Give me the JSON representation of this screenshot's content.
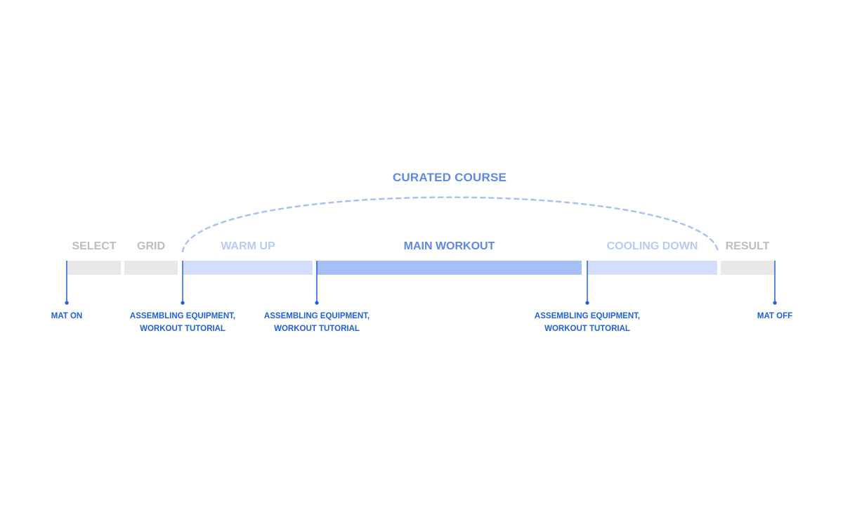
{
  "course": {
    "label": "CURATED COURSE"
  },
  "stages": [
    {
      "label": "SELECT",
      "group": "outside"
    },
    {
      "label": "GRID",
      "group": "outside"
    },
    {
      "label": "WARM UP",
      "group": "course"
    },
    {
      "label": "MAIN WORKOUT",
      "group": "course-main"
    },
    {
      "label": "COOLING DOWN",
      "group": "course"
    },
    {
      "label": "RESULT",
      "group": "outside"
    }
  ],
  "markers": [
    {
      "line1": "MAT ON",
      "line2": ""
    },
    {
      "line1": "ASSEMBLING EQUIPMENT,",
      "line2": "WORKOUT TUTORIAL"
    },
    {
      "line1": "ASSEMBLING EQUIPMENT,",
      "line2": "WORKOUT TUTORIAL"
    },
    {
      "line1": "ASSEMBLING EQUIPMENT,",
      "line2": "WORKOUT TUTORIAL"
    },
    {
      "line1": "MAT OFF",
      "line2": ""
    }
  ],
  "colors": {
    "outside_bar": "#e8e8e8",
    "outside_text": "#bdbdbd",
    "course_bar": "#d2defb",
    "course_text": "#b7cbf5",
    "main_bar": "#a5bff7",
    "main_text": "#5d88e6",
    "marker": "#1f5fdd",
    "arc": "#a8c2f5"
  }
}
